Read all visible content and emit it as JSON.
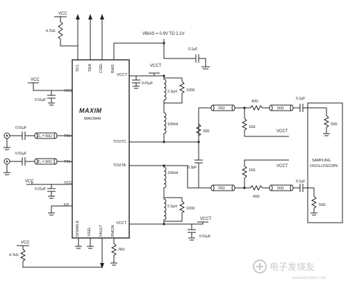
{
  "chip": {
    "logo": "MAXIM",
    "part_number": "MAX3949",
    "pins": {
      "sc": "SCL",
      "sda": "SDA",
      "csel": "CSEL",
      "bias": "BIAS",
      "vcc_left_top": "VCC",
      "tin_plus": "TIN+",
      "tin_minus": "TIN-",
      "vcc_left_bottom": "VCC",
      "ep": "EP",
      "voct_top": "VCCT",
      "toutc": "TOUTC",
      "touta": "TOUTA",
      "vcct_bottom": "VCCT",
      "disable": "DISABLE",
      "vsel": "VSEL",
      "fault": "FAULT",
      "bmon": "BMON"
    }
  },
  "labels": {
    "vcc_top": "VCC",
    "vcc_left_top": "VCC",
    "vcc_left_bottom": "VCC",
    "vcc_bottom": "VCC",
    "vbias": "VBIAS = 0.9V TO 2.1V",
    "vcct_top": "VCCT",
    "vcct_res1": "VCCT",
    "vcct_res2": "VCCT",
    "vcct_bottom": "VCCT",
    "scope": [
      "SAMPLING",
      "OSCILLOSCOPE"
    ]
  },
  "components": {
    "r_pullup_top": "4.7kΩ",
    "r_pullup_bottom": "4.7kΩ",
    "c_bias": "0.1µF",
    "c_vcc_top": "0.01µF",
    "c_tin_plus": "0.01µF",
    "z_tin_plus": "Z₀ = 50Ω",
    "c_tin_minus": "0.01µF",
    "z_tin_minus": "Z₀ = 50Ω",
    "c_vcc_bottom": "0.01µF",
    "c_vcct_top": "0.01µF",
    "l_top_1": "2.2µH",
    "r_top_1": "100Ω",
    "l_top_2": "100nH",
    "r_series_c": "39Ω",
    "c_series": "0.3pF",
    "l_bot_1": "100nH",
    "l_bot_2": "2.2µH",
    "r_bot_1": "100Ω",
    "c_vcct_bottom": "0.01µF",
    "r_bmon": "2kΩ",
    "tl_top_1": "25Ω",
    "r_top_series": "40Ω",
    "r_top_shunt": "16Ω",
    "tl_top_2": "50Ω",
    "c_top_out": "0.1µF",
    "r_scope_top": "50Ω",
    "tl_bot_1": "25Ω",
    "r_bot_series": "40Ω",
    "r_bot_shunt": "16Ω",
    "tl_bot_2": "50Ω",
    "c_bot_out": "0.1µF",
    "r_scope_bot": "50Ω"
  },
  "watermark": {
    "text": "电子发烧友",
    "url": "www.elecfans.com"
  }
}
